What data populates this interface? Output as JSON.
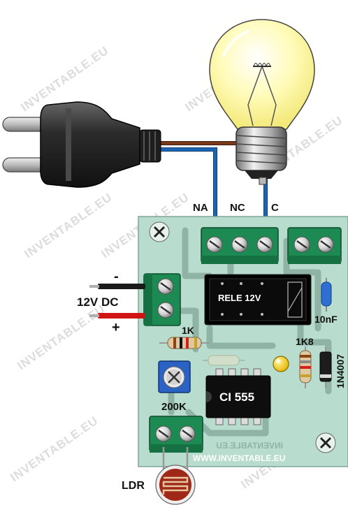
{
  "watermark": "INVENTABLE.EU",
  "labels": {
    "na": "NA",
    "nc": "NC",
    "c": "C",
    "supply": "12V DC",
    "minus": "-",
    "plus": "+",
    "relay": "RELE 12V",
    "cap": "10nF",
    "r1": "1K",
    "r2": "1K8",
    "diode": "1N4007",
    "pot": "200K",
    "ic": "CI 555",
    "ldr": "LDR",
    "pcb_text": "WWW.INVENTABLE.EU",
    "pcb_mirror": "INVENTABLE.EU"
  },
  "icons": [
    "lamp-icon",
    "plug-icon",
    "relay-icon",
    "screw-icon",
    "potentiometer-icon",
    "led-icon",
    "ldr-icon"
  ],
  "colors": {
    "pcb": "#b8dccd",
    "trace": "#8fb4a6",
    "wire_brown": "#7a3a1a",
    "wire_blue": "#1b64b4",
    "terminal": "#1c8a52",
    "bulb": "#fffbb0"
  }
}
